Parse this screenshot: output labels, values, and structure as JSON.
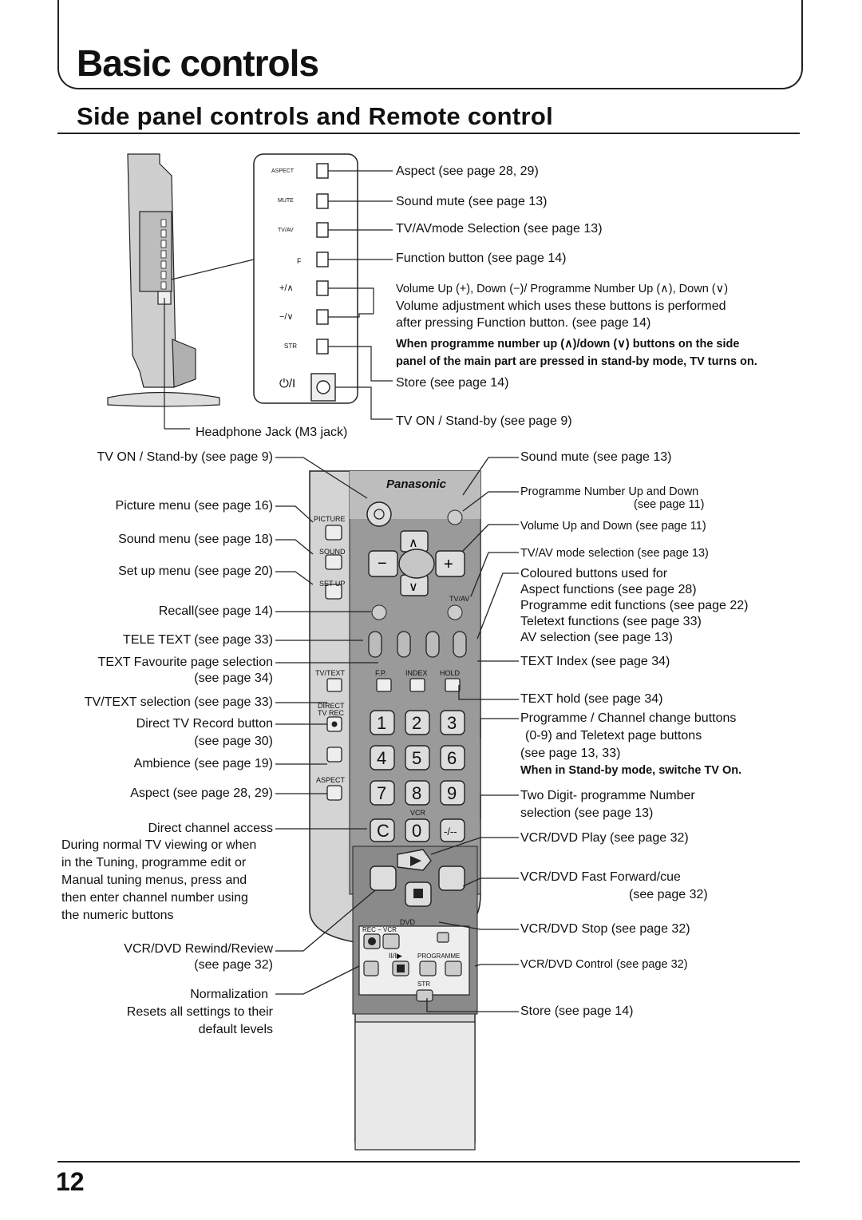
{
  "page": {
    "title": "Basic controls",
    "section_title": "Side panel controls and Remote control",
    "page_number": "12"
  },
  "side_panel": {
    "keys": [
      "ASPECT",
      "MUTE",
      "TV/AV",
      "F",
      "+/∧",
      "−/∨",
      "STR",
      "⏻/I"
    ],
    "labels": {
      "aspect": "Aspect (see page 28, 29)",
      "mute": "Sound mute (see page 13)",
      "tvav": "TV/AVmode Selection (see page 13)",
      "function": "Function button (see page 14)",
      "volume_line1": "Volume Up (+), Down (−)/ Programme Number Up (∧), Down (∨)",
      "volume_line2": "Volume adjustment which uses these buttons is performed",
      "volume_line3": "after pressing Function button. (see page 14)",
      "note_line1": "When programme number up (∧)/down (∨) buttons on the side",
      "note_line2": "panel of the main part are pressed in stand-by mode, TV turns on.",
      "store": "Store (see page 14)",
      "tv_on": "TV ON / Stand-by (see page 9)",
      "headphone": "Headphone Jack (M3 jack)"
    }
  },
  "remote": {
    "brand": "Panasonic",
    "key_labels": {
      "picture": "PICTURE",
      "sound": "SOUND",
      "setup": "SET UP",
      "tvav": "TV/AV",
      "tvtext": "TV/TEXT",
      "fp": "F.P.",
      "index": "INDEX",
      "hold": "HOLD",
      "direct_tv_rec_1": "DIRECT",
      "direct_tv_rec_2": "TV REC",
      "aspect": "ASPECT",
      "vcr": "VCR",
      "dvd": "DVD",
      "rec_vcr": "REC − VCR",
      "programme": "PROGRAMME",
      "str": "STR",
      "pause_play": "II/I▶"
    },
    "digits": [
      "1",
      "2",
      "3",
      "4",
      "5",
      "6",
      "7",
      "8",
      "9",
      "C",
      "0",
      "-/--"
    ],
    "left_labels": {
      "tv_on": "TV ON / Stand-by (see page 9)",
      "picture": "Picture menu (see page 16)",
      "sound": "Sound menu (see page 18)",
      "setup": "Set up menu (see page 20)",
      "recall": "Recall(see page 14)",
      "teletext": "TELE TEXT (see page 33)",
      "text_fav_1": "TEXT Favourite page selection",
      "text_fav_2": "(see page 34)",
      "tvtext": "TV/TEXT selection (see page 33)",
      "direct_rec_1": "Direct TV Record button",
      "direct_rec_2": "(see page 30)",
      "ambience": "Ambience (see page 19)",
      "aspect": "Aspect (see page 28, 29)",
      "direct_ch_1": "Direct channel access",
      "direct_ch_2": "During normal TV viewing or when",
      "direct_ch_3": "in the Tuning, programme edit or",
      "direct_ch_4": "Manual tuning menus, press and",
      "direct_ch_5": "then enter channel number using",
      "direct_ch_6": "the numeric buttons",
      "rewind_1": "VCR/DVD Rewind/Review",
      "rewind_2": "(see page 32)",
      "normalization_1": "Normalization",
      "normalization_2": "Resets all settings to their",
      "normalization_3": "default levels"
    },
    "right_labels": {
      "mute": "Sound mute (see page 13)",
      "prog_1": "Programme Number Up and Down",
      "prog_2": "(see page 11)",
      "volume": "Volume Up and Down (see page 11)",
      "tvav": "TV/AV mode selection (see page 13)",
      "coloured_1": "Coloured buttons used for",
      "coloured_2": "Aspect functions (see page 28)",
      "coloured_3": "Programme edit functions (see page 22)",
      "coloured_4": "Teletext functions (see page 33)",
      "coloured_5": "AV selection (see page 13)",
      "index": "TEXT Index (see page 34)",
      "hold": "TEXT hold (see page 34)",
      "channel_1": "Programme / Channel change buttons",
      "channel_2": "(0-9) and Teletext page buttons",
      "channel_3": "(see page 13, 33)",
      "channel_note": "When in Stand-by mode, switche TV On.",
      "two_digit_1": "Two Digit- programme Number",
      "two_digit_2": "selection (see page 13)",
      "play": "VCR/DVD Play (see page 32)",
      "ff_1": "VCR/DVD Fast Forward/cue",
      "ff_2": "(see page 32)",
      "stop": "VCR/DVD Stop (see page 32)",
      "control": "VCR/DVD Control (see page 32)",
      "store": "Store (see page 14)"
    }
  }
}
